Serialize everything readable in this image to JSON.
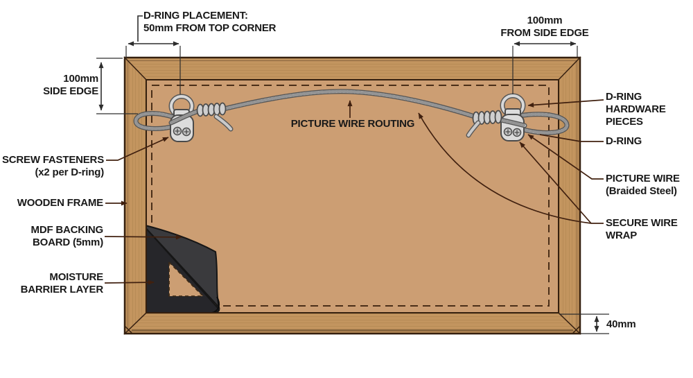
{
  "labels": {
    "dring_placement": {
      "lines": [
        "D-RING PLACEMENT:",
        "50mm FROM TOP CORNER"
      ]
    },
    "from_side_edge": {
      "lines": [
        "100mm",
        "FROM SIDE EDGE"
      ]
    },
    "side_edge": {
      "lines": [
        "100mm",
        "SIDE EDGE"
      ]
    },
    "screw_fasteners": {
      "lines": [
        "SCREW FASTENERS",
        "(x2 per D-ring)"
      ]
    },
    "wooden_frame": {
      "lines": [
        "WOODEN FRAME"
      ]
    },
    "mdf_backing": {
      "lines": [
        "MDF BACKING",
        "BOARD (5mm)"
      ]
    },
    "moisture_barrier": {
      "lines": [
        "MOISTURE",
        "BARRIER LAYER"
      ]
    },
    "wire_routing": {
      "lines": [
        "PICTURE WIRE ROUTING"
      ]
    },
    "dring_hardware": {
      "lines": [
        "D-RING",
        "HARDWARE",
        "PIECES"
      ]
    },
    "dring": {
      "lines": [
        "D-RING"
      ]
    },
    "picture_wire": {
      "lines": [
        "PICTURE WIRE",
        "(Braided Steel)"
      ]
    },
    "secure_wire_wrap": {
      "lines": [
        "SECURE WIRE",
        "WRAP"
      ]
    },
    "bottom_width": {
      "lines": [
        "40mm"
      ]
    }
  },
  "colors": {
    "wood": "#c3955f",
    "wood_grain": "#a97d4b",
    "backing_board": "#cc9e73",
    "moisture_barrier": "#27272a",
    "metal_hardware": "#dcdcdc",
    "wire": "#c9c9c9",
    "leader_line": "#40200f",
    "dimension_line": "#2d2d2d",
    "outline": "#35200f",
    "text": "#191919"
  }
}
